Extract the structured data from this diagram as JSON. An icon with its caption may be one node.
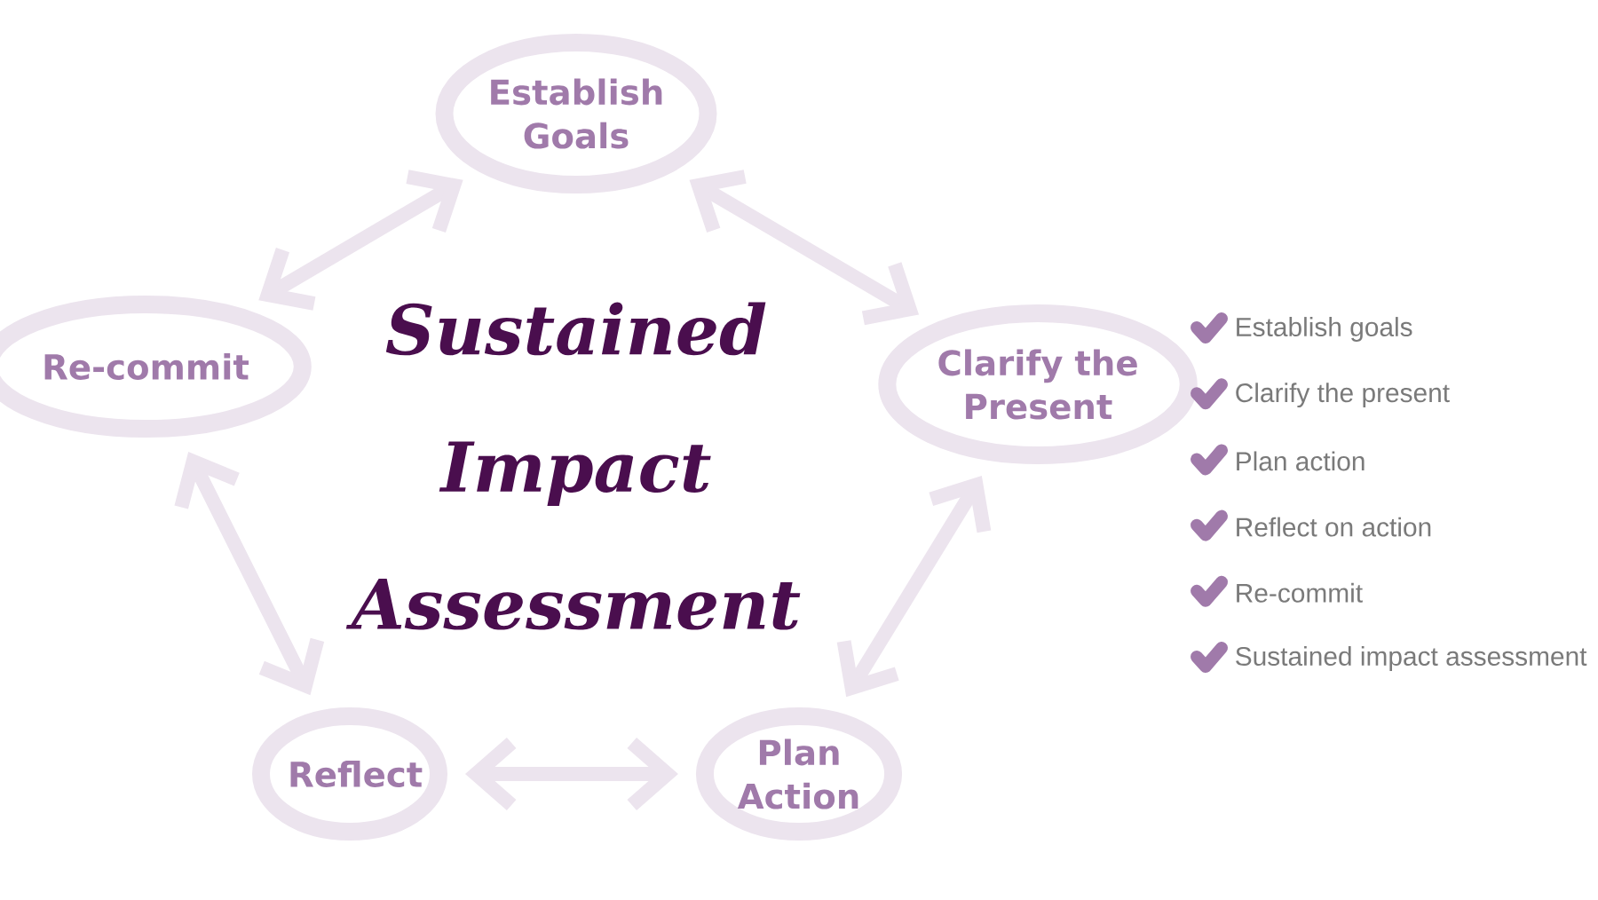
{
  "diagram": {
    "title": "Sustained Impact Assessment",
    "nodes": [
      {
        "text": [
          "Establish Goals"
        ]
      },
      {
        "text": [
          "Clarify the Present"
        ]
      },
      {
        "text": [
          "Plan Action"
        ]
      },
      {
        "text": [
          "Reflect"
        ]
      },
      {
        "text": [
          "Re-commit"
        ]
      }
    ],
    "edges": [
      {
        "from": 0,
        "to": 1,
        "arrow": "both"
      },
      {
        "from": 1,
        "to": 2,
        "arrow": "both"
      },
      {
        "from": 2,
        "to": 3,
        "arrow": "both"
      },
      {
        "from": 3,
        "to": 4,
        "arrow": "both"
      },
      {
        "from": 4,
        "to": 0,
        "arrow": "both"
      }
    ],
    "labels": [
      "Establish goals",
      "Clarify the present",
      "Plan action",
      "Reflect on action",
      "Re-commit",
      "Sustained impact assessment"
    ]
  }
}
